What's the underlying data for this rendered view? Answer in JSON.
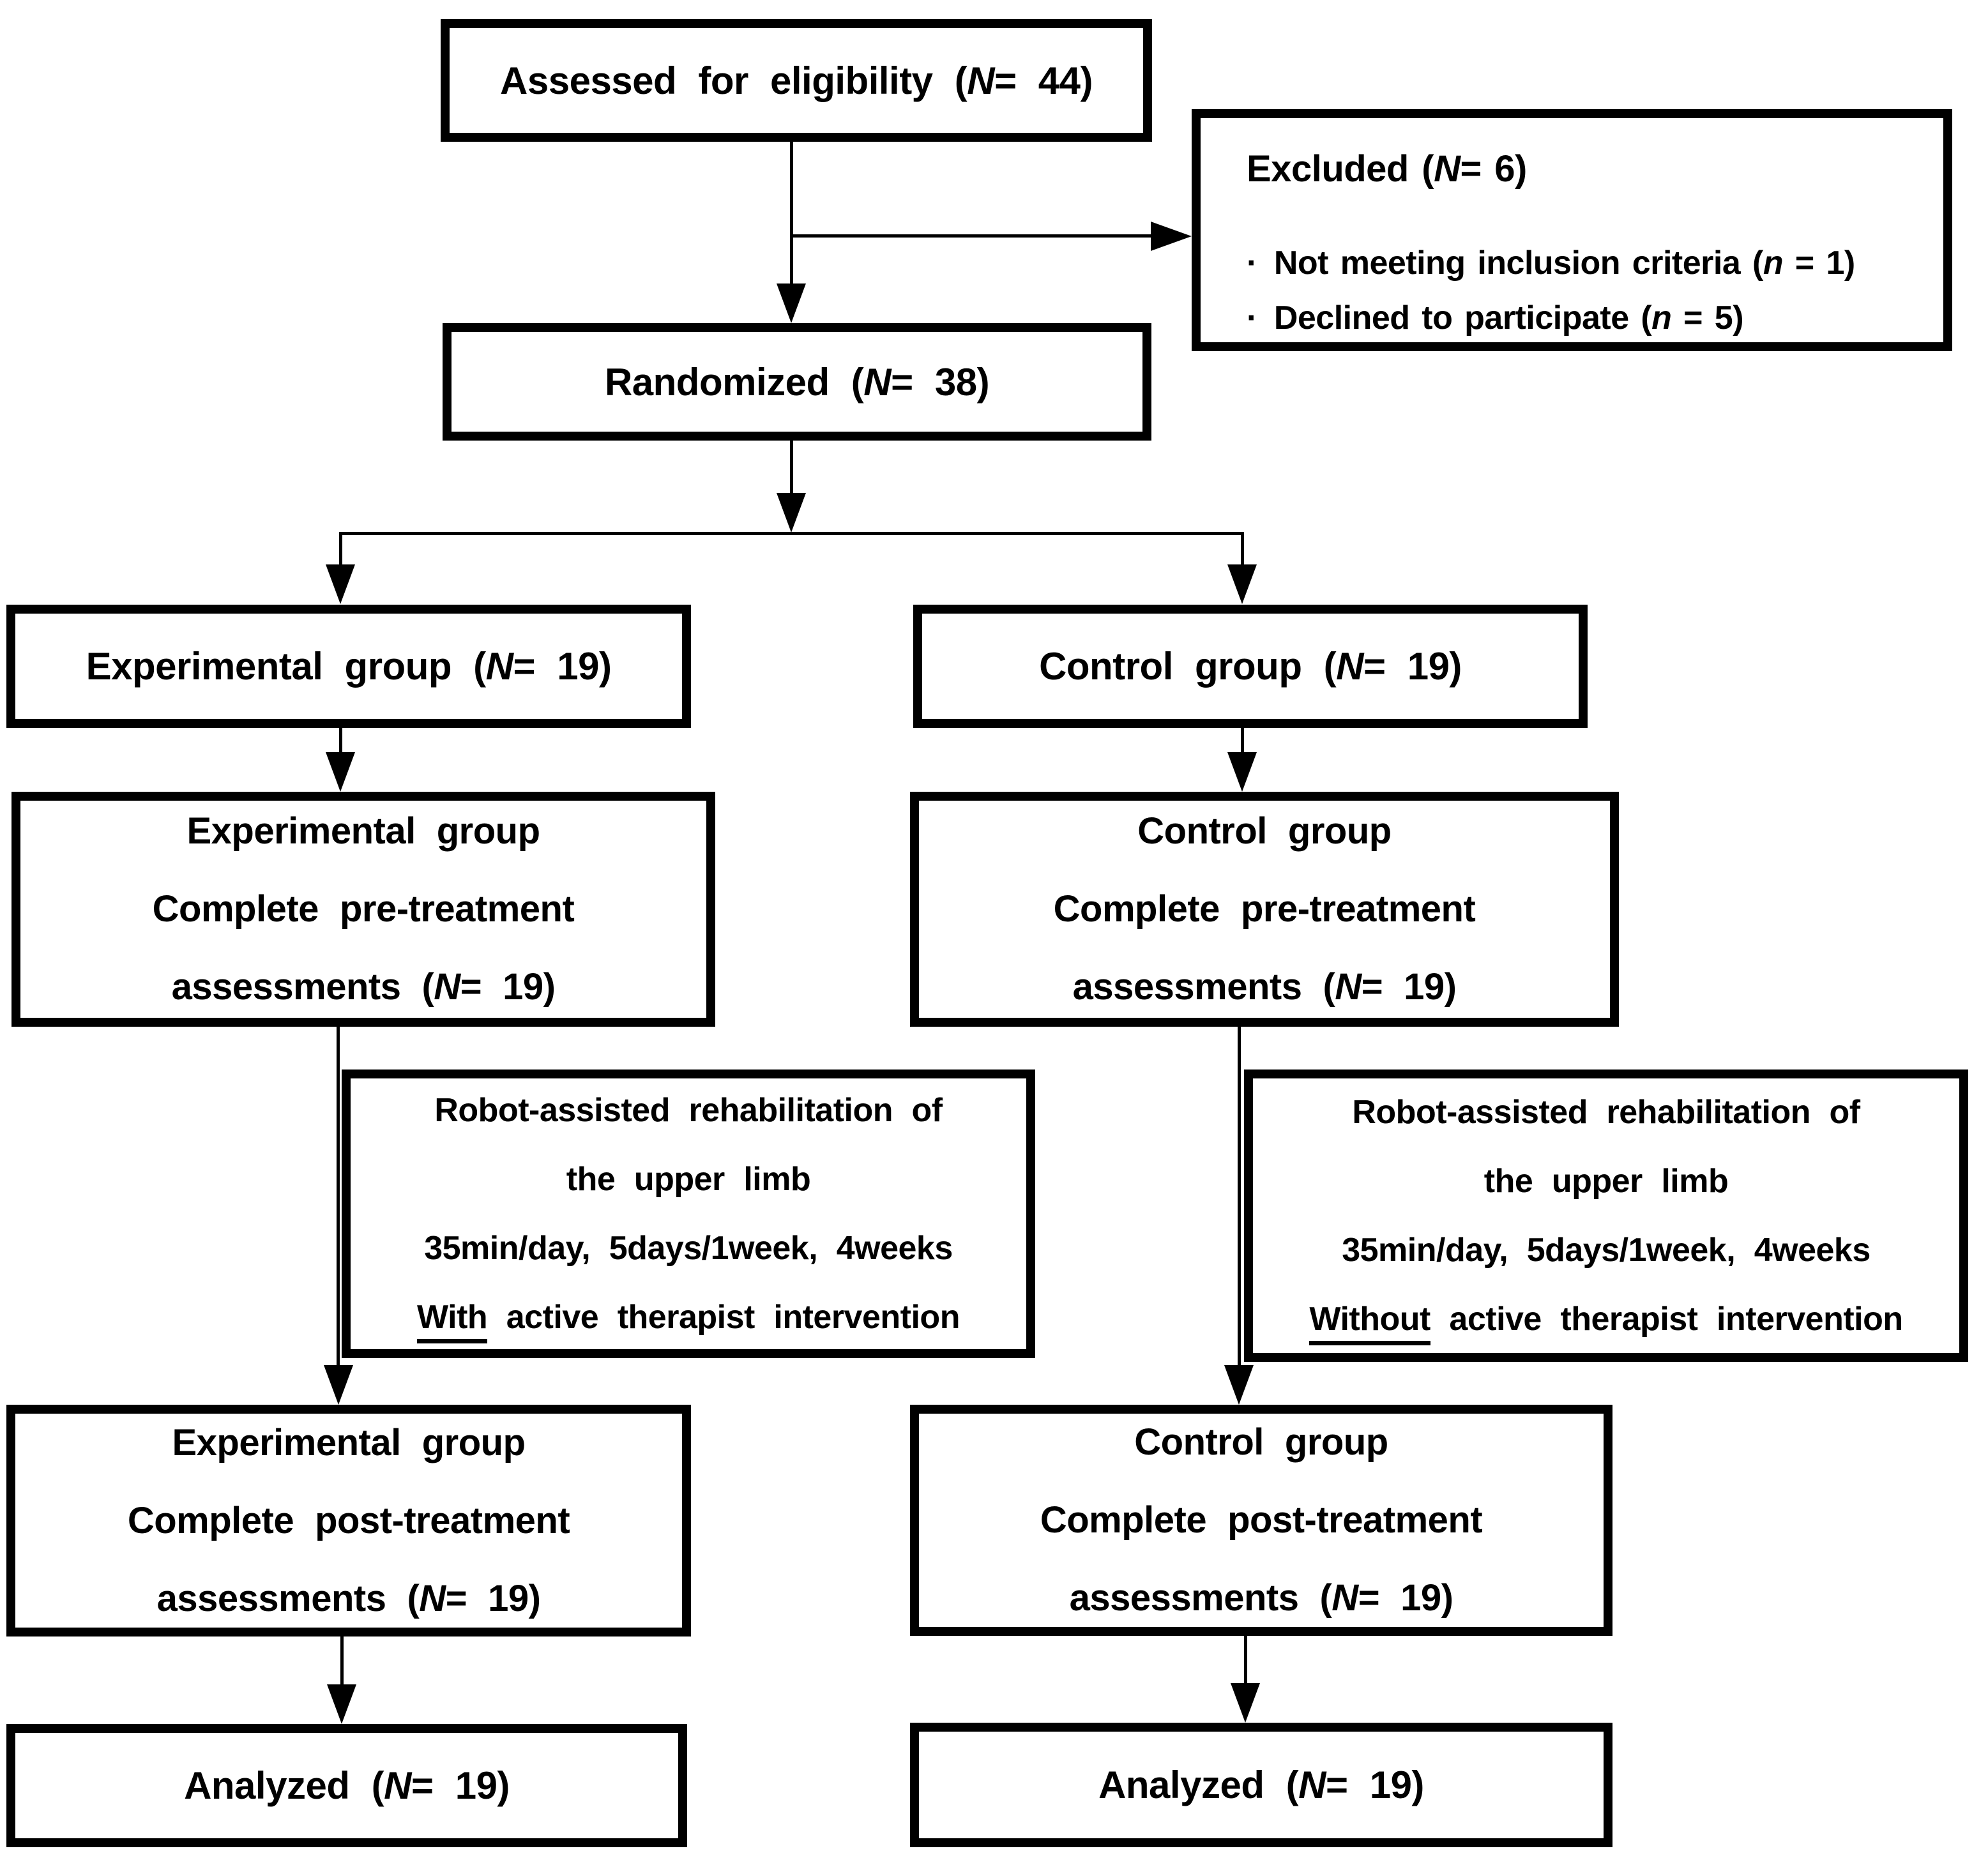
{
  "colors": {
    "ink": "#000000",
    "paper": "#ffffff"
  },
  "flowchart": {
    "assessed": {
      "pre": "Assessed for eligibility (",
      "var": "N",
      "post": "= 44)"
    },
    "excluded": {
      "title": {
        "pre": "Excluded (",
        "var": "N",
        "post": "= 6)"
      },
      "bullets": [
        {
          "marker": "·",
          "pre": "Not meeting inclusion criteria (",
          "var": "n",
          "post": " = 1)"
        },
        {
          "marker": "·",
          "pre": "Declined to participate (",
          "var": "n",
          "post": " = 5)"
        }
      ]
    },
    "randomized": {
      "pre": "Randomized (",
      "var": "N",
      "post": "= 38)"
    },
    "experimental": {
      "group": {
        "pre": "Experimental group (",
        "var": "N",
        "post": "= 19)"
      },
      "pre_treatment": {
        "line1": "Experimental group",
        "line2": "Complete pre-treatment",
        "line3_pre": "assessments (",
        "line3_var": "N",
        "line3_post": "= 19)"
      },
      "intervention": {
        "line1": "Robot-assisted rehabilitation of",
        "line2": "the upper limb",
        "line3": "35min/day, 5days/1week, 4weeks",
        "line4_underlined": "With",
        "line4_rest": " active therapist intervention"
      },
      "post_treatment": {
        "line1": "Experimental group",
        "line2": "Complete post-treatment",
        "line3_pre": "assessments (",
        "line3_var": "N",
        "line3_post": "= 19)"
      },
      "analyzed": {
        "pre": "Analyzed (",
        "var": "N",
        "post": "= 19)"
      }
    },
    "control": {
      "group": {
        "pre": "Control group (",
        "var": "N",
        "post": "= 19)"
      },
      "pre_treatment": {
        "line1": "Control group",
        "line2": "Complete pre-treatment",
        "line3_pre": "assessments (",
        "line3_var": "N",
        "line3_post": "= 19)"
      },
      "intervention": {
        "line1": "Robot-assisted rehabilitation of",
        "line2": "the upper limb",
        "line3": "35min/day, 5days/1week, 4weeks",
        "line4_underlined": "Without",
        "line4_rest": " active therapist intervention"
      },
      "post_treatment": {
        "line1": "Control group",
        "line2": "Complete post-treatment",
        "line3_pre": "assessments (",
        "line3_var": "N",
        "line3_post": "= 19)"
      },
      "analyzed": {
        "pre": "Analyzed (",
        "var": "N",
        "post": "= 19)"
      }
    }
  }
}
